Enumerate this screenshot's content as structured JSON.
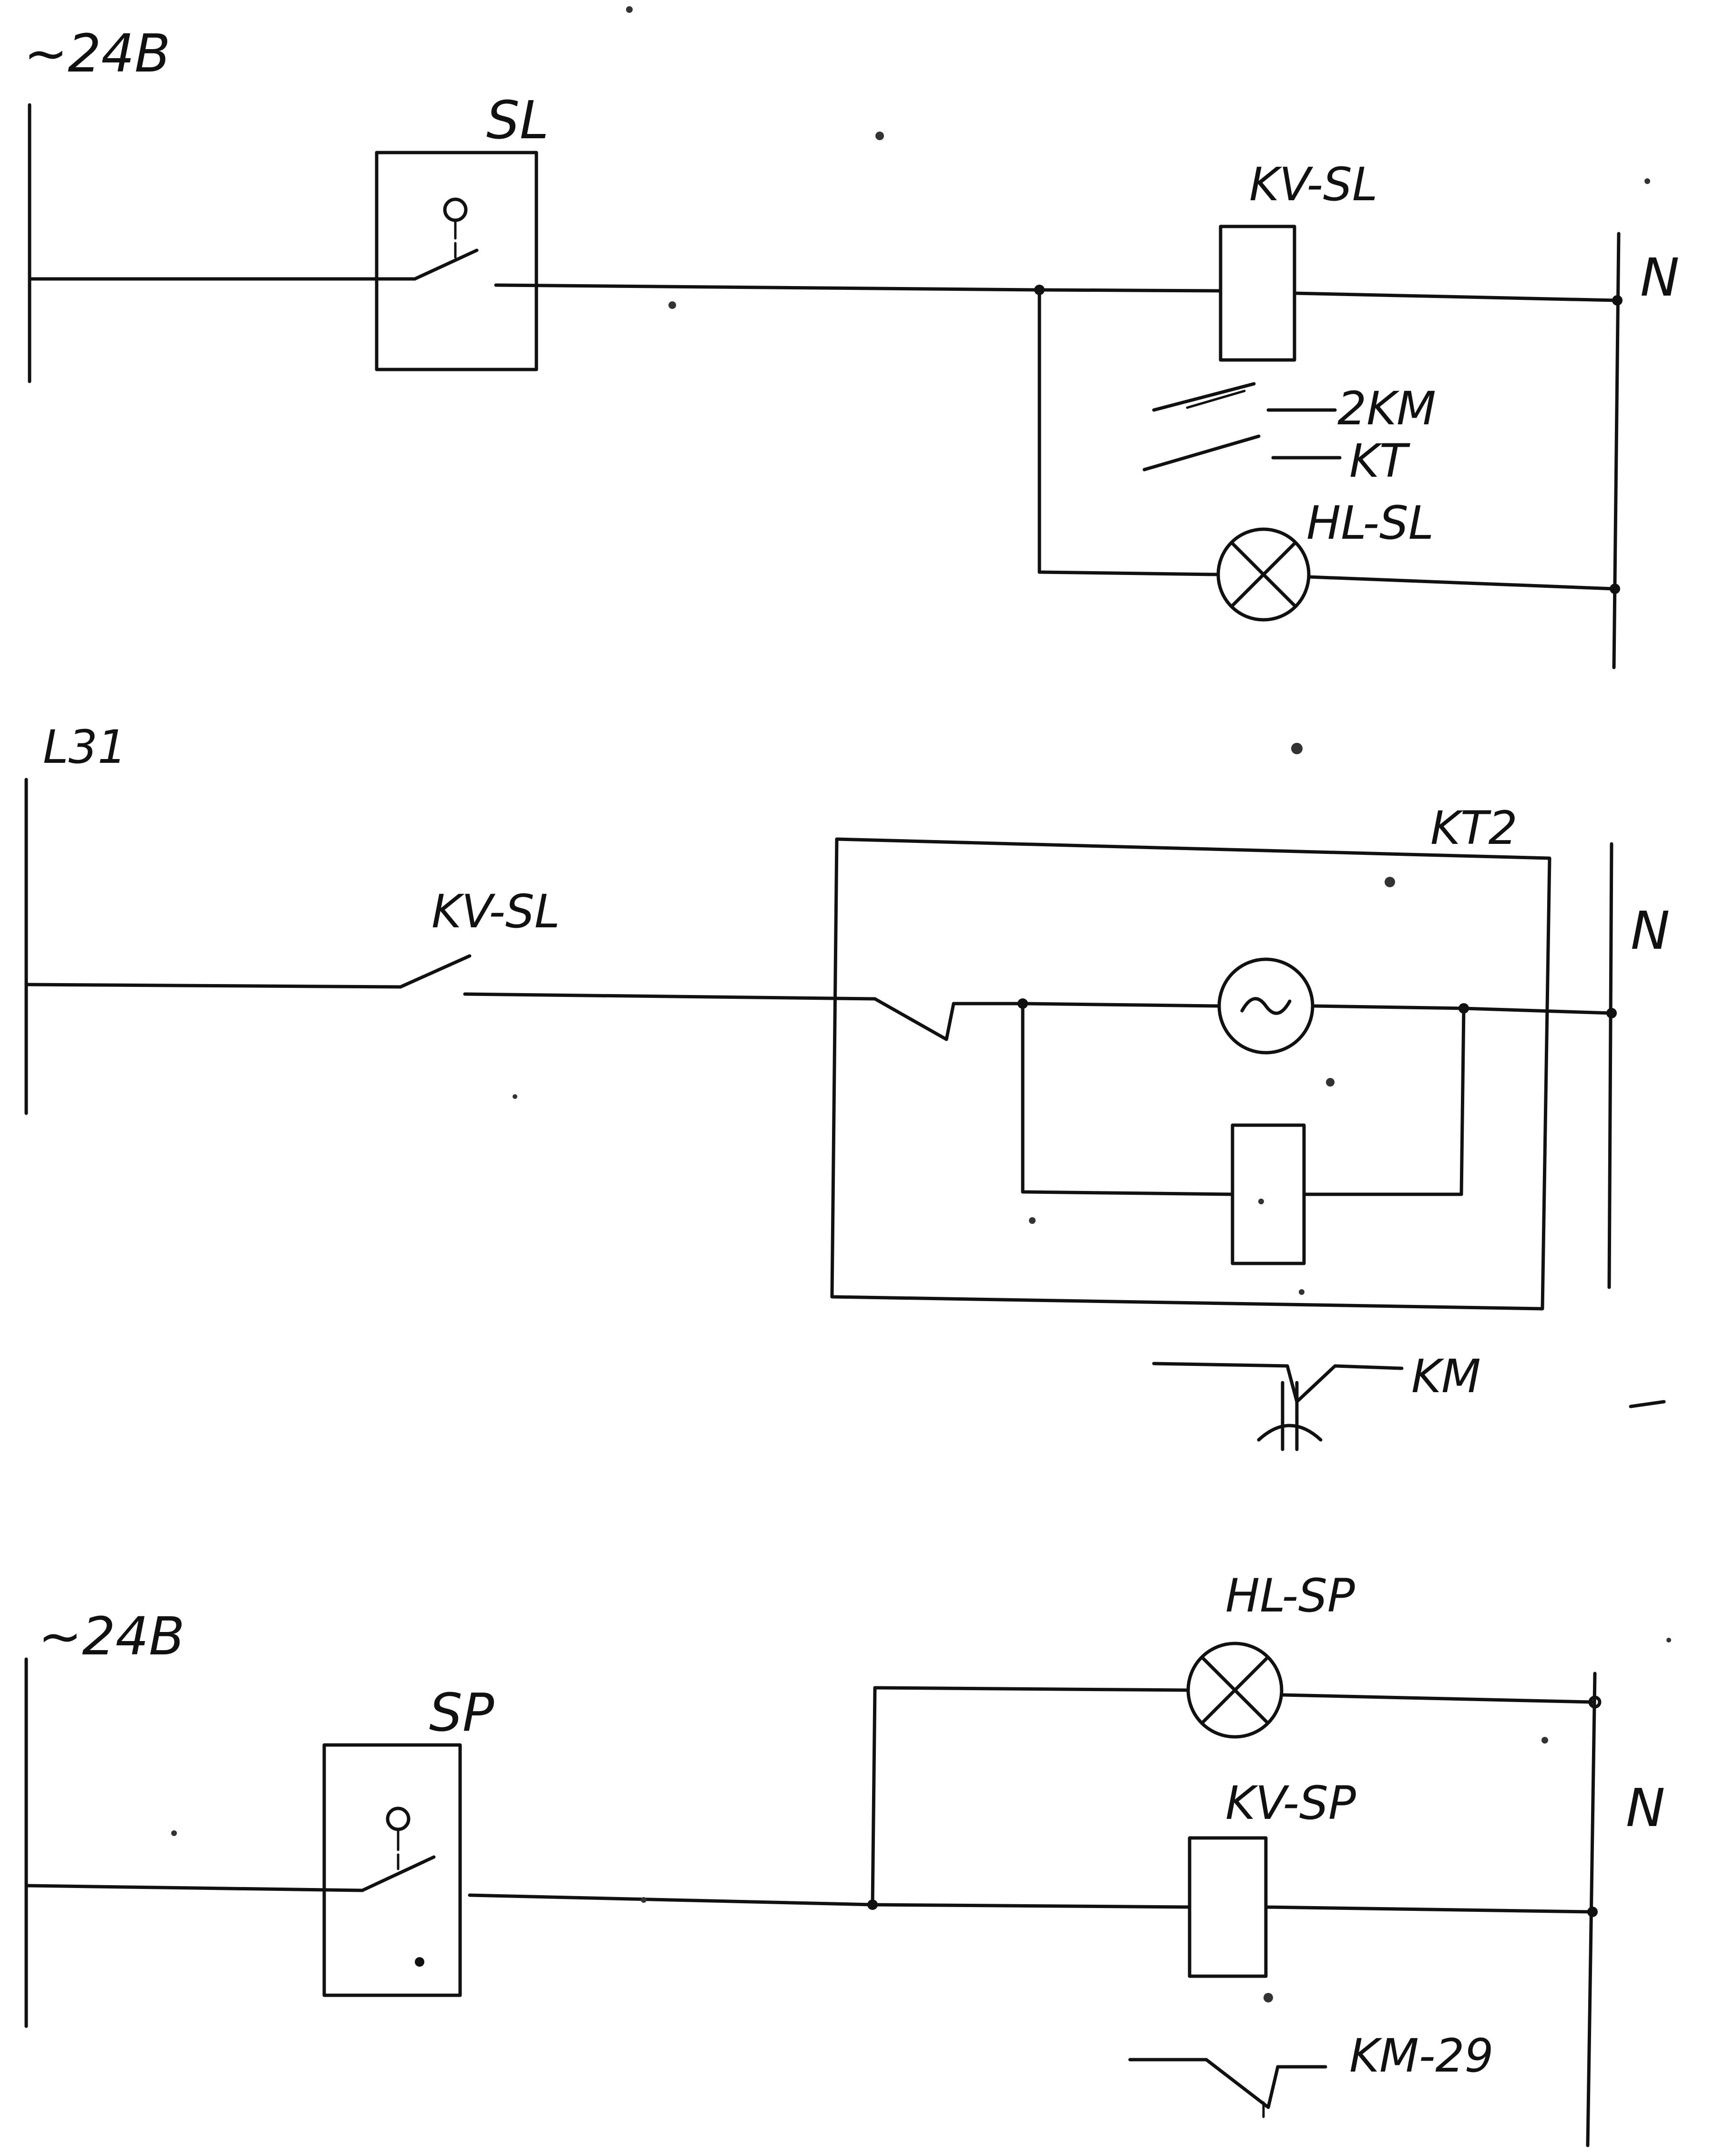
{
  "diagram": {
    "sections": [
      {
        "supply_label": "~24В",
        "neutral_label": "N",
        "switch_label": "SL",
        "relay_label": "KV-SL",
        "contact_labels": [
          "2KM",
          "KT"
        ],
        "lamp_label": "HL-SL"
      },
      {
        "supply_label": "L31",
        "neutral_label": "N",
        "contact_label": "KV-SL",
        "timer_label": "KT2",
        "contactor_label": "KM"
      },
      {
        "supply_label": "~24В",
        "neutral_label": "N",
        "switch_label": "SP",
        "lamp_label": "HL-SP",
        "relay_label": "KV-SP",
        "contact_label": "KM-29"
      }
    ]
  }
}
